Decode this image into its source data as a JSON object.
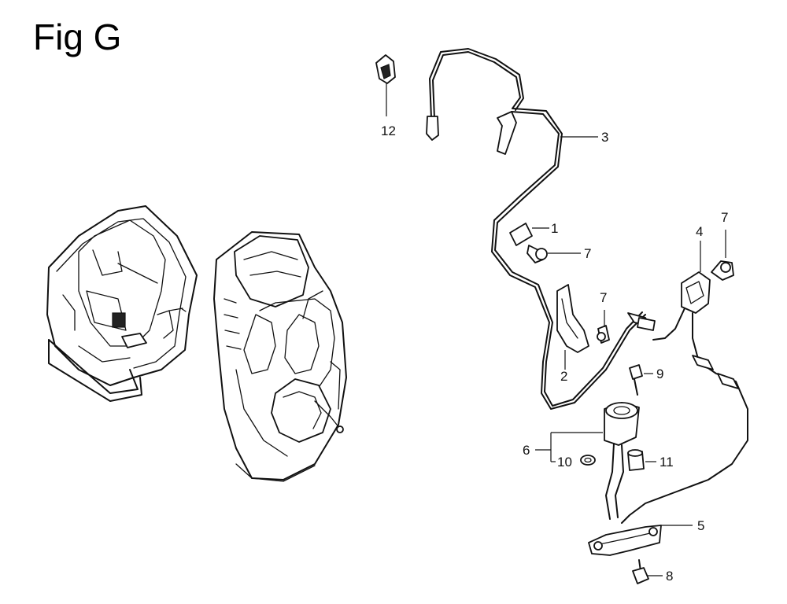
{
  "figure": {
    "title": "Fig G"
  },
  "callouts": [
    {
      "id": "c12",
      "label": "12"
    },
    {
      "id": "c3",
      "label": "3"
    },
    {
      "id": "c1",
      "label": "1"
    },
    {
      "id": "c7a",
      "label": "7"
    },
    {
      "id": "c7b",
      "label": "7"
    },
    {
      "id": "c7c",
      "label": "7"
    },
    {
      "id": "c4",
      "label": "4"
    },
    {
      "id": "c2",
      "label": "2"
    },
    {
      "id": "c9",
      "label": "9"
    },
    {
      "id": "c6",
      "label": "6"
    },
    {
      "id": "c10",
      "label": "10"
    },
    {
      "id": "c11",
      "label": "11"
    },
    {
      "id": "c5",
      "label": "5"
    },
    {
      "id": "c8",
      "label": "8"
    }
  ]
}
